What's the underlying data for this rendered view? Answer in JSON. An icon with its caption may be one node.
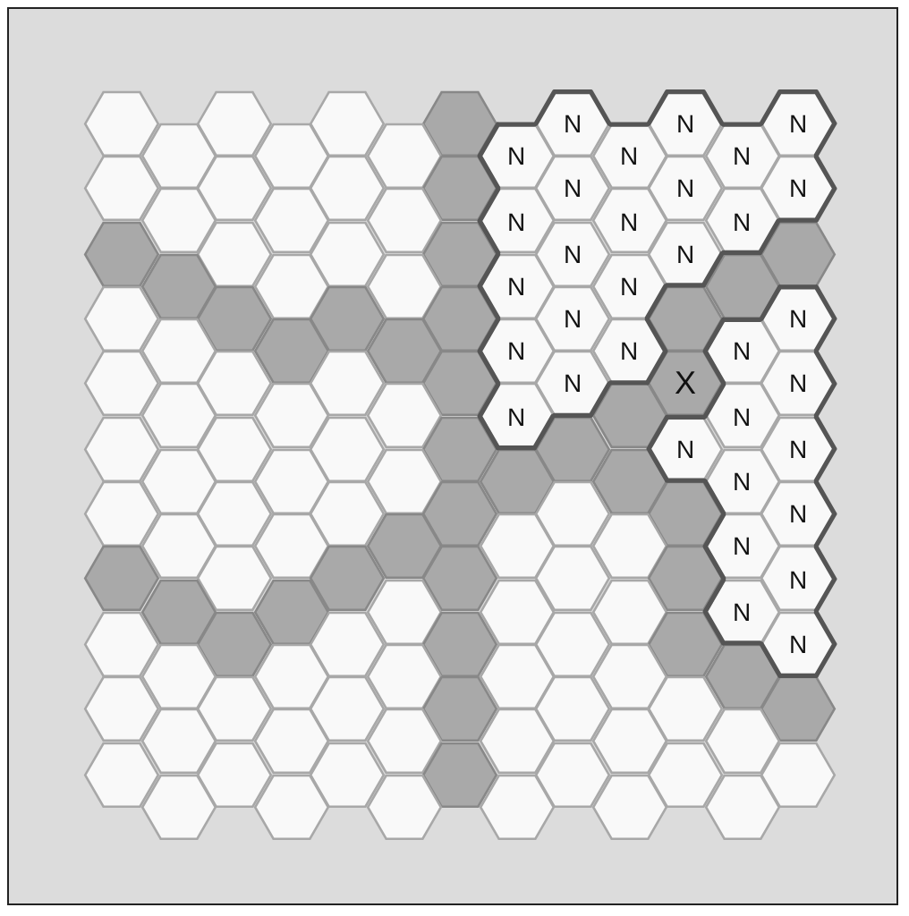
{
  "diagram": {
    "nodes": [
      {
        "text": [],
        "shape": "hexagon"
      },
      {
        "text": [],
        "shape": "hexagon"
      },
      {
        "text": [],
        "shape": "hexagon"
      },
      {
        "text": [],
        "shape": "hexagon"
      },
      {
        "text": [
          "N"
        ]
      },
      {
        "text": [
          "N"
        ]
      },
      {
        "text": [
          "N"
        ]
      },
      {
        "text": [],
        "shape": "hexagon"
      },
      {
        "text": [],
        "shape": "hexagon"
      },
      {
        "text": [],
        "shape": "hexagon"
      },
      {
        "text": [
          "N"
        ]
      },
      {
        "text": [
          "N"
        ]
      },
      {
        "text": [
          "N"
        ]
      },
      {
        "text": [],
        "shape": "hexagon"
      },
      {
        "text": [],
        "shape": "hexagon"
      },
      {
        "text": [],
        "shape": "hexagon"
      },
      {
        "text": [],
        "shape": "hexagon"
      },
      {
        "text": [
          "N"
        ]
      },
      {
        "text": [
          "N"
        ]
      },
      {
        "text": [
          "N"
        ]
      },
      {
        "text": [],
        "shape": "hexagon"
      },
      {
        "text": [],
        "shape": "hexagon"
      },
      {
        "text": [],
        "shape": "hexagon"
      },
      {
        "text": [
          "N"
        ]
      },
      {
        "text": [
          "N"
        ]
      },
      {
        "text": [
          "N"
        ]
      },
      {
        "text": [],
        "shape": "hexagon"
      },
      {
        "text": [],
        "shape": "hexagon"
      },
      {
        "text": [],
        "shape": "hexagon"
      },
      {
        "text": [],
        "shape": "hexagon"
      },
      {
        "text": [
          "N"
        ]
      },
      {
        "text": [
          "N"
        ]
      },
      {
        "text": [],
        "shape": "hexagon"
      },
      {
        "text": [],
        "shape": "hexagon"
      },
      {
        "text": [],
        "shape": "hexagon"
      },
      {
        "text": [],
        "shape": "hexagon"
      },
      {
        "text": [
          "N"
        ]
      },
      {
        "text": [
          "N"
        ]
      },
      {
        "text": [],
        "shape": "hexagon"
      },
      {
        "text": [],
        "shape": "hexagon"
      },
      {
        "text": [],
        "shape": "hexagon"
      },
      {
        "text": [],
        "shape": "hexagon"
      },
      {
        "text": [],
        "shape": "hexagon"
      },
      {
        "text": [
          "N"
        ]
      },
      {
        "text": [],
        "shape": "hexagon"
      },
      {
        "text": [
          "N"
        ]
      },
      {
        "text": [],
        "shape": "hexagon"
      },
      {
        "text": [],
        "shape": "hexagon"
      },
      {
        "text": [],
        "shape": "hexagon"
      },
      {
        "text": [
          "N"
        ]
      },
      {
        "text": [
          "N"
        ]
      },
      {
        "text": [
          "N"
        ]
      },
      {
        "text": [],
        "shape": "hexagon"
      },
      {
        "text": [],
        "shape": "hexagon"
      },
      {
        "text": [],
        "shape": "hexagon"
      },
      {
        "text": [],
        "shape": "hexagon"
      },
      {
        "text": [
          "N"
        ]
      },
      {
        "text": [
          "X"
        ]
      },
      {
        "text": [
          "N"
        ]
      },
      {
        "text": [],
        "shape": "hexagon"
      },
      {
        "text": [],
        "shape": "hexagon"
      },
      {
        "text": [],
        "shape": "hexagon"
      },
      {
        "text": [
          "N"
        ]
      },
      {
        "text": [],
        "shape": "hexagon"
      },
      {
        "text": [
          "N"
        ]
      },
      {
        "text": [],
        "shape": "hexagon"
      },
      {
        "text": [],
        "shape": "hexagon"
      },
      {
        "text": [],
        "shape": "hexagon"
      },
      {
        "text": [],
        "shape": "hexagon"
      },
      {
        "text": [],
        "shape": "hexagon"
      },
      {
        "text": [
          "N"
        ]
      },
      {
        "text": [
          "N"
        ]
      },
      {
        "text": [],
        "shape": "hexagon"
      },
      {
        "text": [],
        "shape": "hexagon"
      },
      {
        "text": [],
        "shape": "hexagon"
      },
      {
        "text": [],
        "shape": "hexagon"
      },
      {
        "text": [],
        "shape": "hexagon"
      },
      {
        "text": [
          "N"
        ]
      },
      {
        "text": [],
        "shape": "hexagon"
      },
      {
        "text": [],
        "shape": "hexagon"
      },
      {
        "text": [],
        "shape": "hexagon"
      },
      {
        "text": [],
        "shape": "hexagon"
      },
      {
        "text": [],
        "shape": "hexagon"
      },
      {
        "text": [],
        "shape": "hexagon"
      },
      {
        "text": [
          "N"
        ]
      },
      {
        "text": [],
        "shape": "hexagon"
      },
      {
        "text": [],
        "shape": "hexagon"
      },
      {
        "text": [],
        "shape": "hexagon"
      },
      {
        "text": [],
        "shape": "hexagon"
      },
      {
        "text": [],
        "shape": "hexagon"
      },
      {
        "text": [
          "N"
        ]
      },
      {
        "text": [],
        "shape": "hexagon"
      },
      {
        "text": [],
        "shape": "hexagon"
      },
      {
        "text": [],
        "shape": "hexagon"
      },
      {
        "text": [],
        "shape": "hexagon"
      },
      {
        "text": [],
        "shape": "hexagon"
      },
      {
        "text": [],
        "shape": "hexagon"
      },
      {
        "text": [
          "N"
        ]
      },
      {
        "text": [],
        "shape": "hexagon"
      },
      {
        "text": [],
        "shape": "hexagon"
      },
      {
        "text": [],
        "shape": "hexagon"
      },
      {
        "text": [],
        "shape": "hexagon"
      },
      {
        "text": [],
        "shape": "hexagon"
      },
      {
        "text": [
          "N"
        ]
      },
      {
        "text": [],
        "shape": "hexagon"
      },
      {
        "text": [],
        "shape": "hexagon"
      },
      {
        "text": [],
        "shape": "hexagon"
      },
      {
        "text": [],
        "shape": "hexagon"
      },
      {
        "text": [],
        "shape": "hexagon"
      },
      {
        "text": [],
        "shape": "hexagon"
      },
      {
        "text": [
          "N"
        ]
      },
      {
        "text": [],
        "shape": "hexagon"
      },
      {
        "text": [],
        "shape": "hexagon"
      },
      {
        "text": [],
        "shape": "hexagon"
      },
      {
        "text": [],
        "shape": "hexagon"
      },
      {
        "text": [],
        "shape": "hexagon"
      },
      {
        "text": [],
        "shape": "hexagon"
      },
      {
        "text": [],
        "shape": "hexagon"
      },
      {
        "text": [],
        "shape": "hexagon"
      },
      {
        "text": [],
        "shape": "hexagon"
      },
      {
        "text": [],
        "shape": "hexagon"
      },
      {
        "text": [],
        "shape": "hexagon"
      },
      {
        "text": [],
        "shape": "hexagon"
      },
      {
        "text": [],
        "shape": "hexagon"
      },
      {
        "text": [],
        "shape": "hexagon"
      },
      {
        "text": [],
        "shape": "hexagon"
      },
      {
        "text": [],
        "shape": "hexagon"
      },
      {
        "text": [],
        "shape": "hexagon"
      },
      {
        "text": [],
        "shape": "hexagon"
      },
      {
        "text": [],
        "shape": "hexagon"
      },
      {
        "text": [],
        "shape": "hexagon"
      },
      {
        "text": [],
        "shape": "hexagon"
      },
      {
        "text": [],
        "shape": "hexagon"
      },
      {
        "text": [],
        "shape": "hexagon"
      },
      {
        "text": [],
        "shape": "hexagon"
      },
      {
        "text": [],
        "shape": "hexagon"
      },
      {
        "text": [],
        "shape": "hexagon"
      },
      {
        "text": [],
        "shape": "hexagon"
      },
      {
        "text": [],
        "shape": "hexagon"
      },
      {
        "text": [],
        "shape": "hexagon"
      },
      {
        "text": [],
        "shape": "hexagon"
      },
      {
        "text": [],
        "shape": "hexagon"
      },
      {
        "text": [],
        "shape": "hexagon"
      }
    ]
  }
}
